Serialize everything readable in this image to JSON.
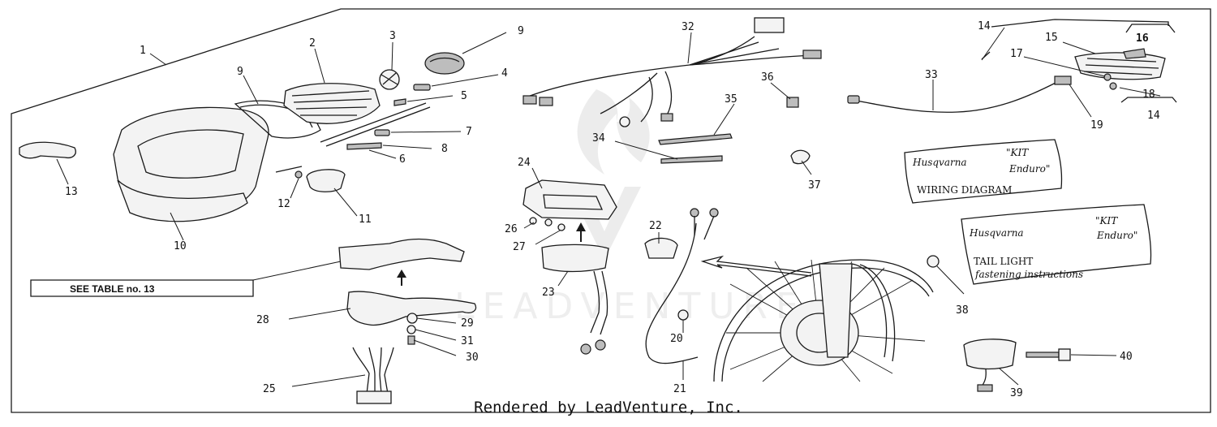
{
  "diagram": {
    "callouts": [
      {
        "id": "c1",
        "label": "1"
      },
      {
        "id": "c2",
        "label": "2"
      },
      {
        "id": "c3",
        "label": "3"
      },
      {
        "id": "c4",
        "label": "4"
      },
      {
        "id": "c5",
        "label": "5"
      },
      {
        "id": "c6",
        "label": "6"
      },
      {
        "id": "c7",
        "label": "7"
      },
      {
        "id": "c8",
        "label": "8"
      },
      {
        "id": "c9a",
        "label": "9"
      },
      {
        "id": "c9b",
        "label": "9"
      },
      {
        "id": "c10",
        "label": "10"
      },
      {
        "id": "c11",
        "label": "11"
      },
      {
        "id": "c12",
        "label": "12"
      },
      {
        "id": "c13",
        "label": "13"
      },
      {
        "id": "c14a",
        "label": "14"
      },
      {
        "id": "c14b",
        "label": "14"
      },
      {
        "id": "c15",
        "label": "15"
      },
      {
        "id": "c16",
        "label": "16"
      },
      {
        "id": "c17",
        "label": "17"
      },
      {
        "id": "c18",
        "label": "18"
      },
      {
        "id": "c19",
        "label": "19"
      },
      {
        "id": "c20",
        "label": "20"
      },
      {
        "id": "c21",
        "label": "21"
      },
      {
        "id": "c22",
        "label": "22"
      },
      {
        "id": "c23",
        "label": "23"
      },
      {
        "id": "c24",
        "label": "24"
      },
      {
        "id": "c25",
        "label": "25"
      },
      {
        "id": "c26",
        "label": "26"
      },
      {
        "id": "c27",
        "label": "27"
      },
      {
        "id": "c28",
        "label": "28"
      },
      {
        "id": "c29",
        "label": "29"
      },
      {
        "id": "c30",
        "label": "30"
      },
      {
        "id": "c31",
        "label": "31"
      },
      {
        "id": "c32",
        "label": "32"
      },
      {
        "id": "c33",
        "label": "33"
      },
      {
        "id": "c34",
        "label": "34"
      },
      {
        "id": "c35",
        "label": "35"
      },
      {
        "id": "c36",
        "label": "36"
      },
      {
        "id": "c37",
        "label": "37"
      },
      {
        "id": "c38",
        "label": "38"
      },
      {
        "id": "c39",
        "label": "39"
      },
      {
        "id": "c40",
        "label": "40"
      }
    ],
    "see_table_label": "SEE TABLE no. 13",
    "wiring_note": {
      "brand": "Husqvarna",
      "kit": "\"KIT",
      "kit_name": "Enduro\"",
      "title": "WIRING DIAGRAM"
    },
    "taillight_note": {
      "brand": "Husqvarna",
      "kit": "\"KIT",
      "kit_name": "Enduro\"",
      "title_line1": "TAIL LIGHT",
      "title_line2": "fastening instructions"
    }
  },
  "footer": {
    "credit": "Rendered by LeadVenture, Inc."
  }
}
